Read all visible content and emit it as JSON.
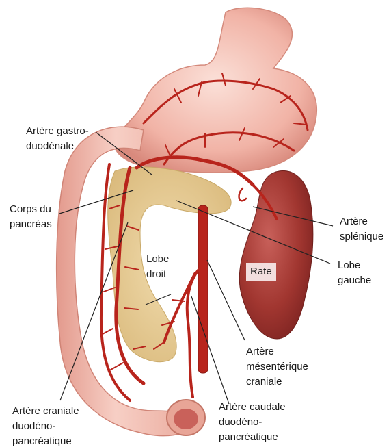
{
  "labels": {
    "gastroduodenal": [
      "Artère gastro-",
      "duodénale"
    ],
    "corps_pancreas": [
      "Corps du",
      "pancréas"
    ],
    "splenique": [
      "Artère",
      "splénique"
    ],
    "lobe_gauche": [
      "Lobe",
      "gauche"
    ],
    "lobe_droit": [
      "Lobe",
      "droit"
    ],
    "rate": "Rate",
    "mesenterique": [
      "Artère",
      "mésentérique",
      "craniale"
    ],
    "caudale": [
      "Artère caudale",
      "duodéno-",
      "pancréatique"
    ],
    "craniale": [
      "Artère craniale",
      "duodéno-",
      "pancréatique"
    ]
  },
  "colors": {
    "tissue": "#f2b2a6",
    "tissue_dark": "#d98478",
    "artery": "#b8241c",
    "pancreas": "#e8cf9a",
    "spleen": "#a73a35",
    "leader": "#222222"
  }
}
